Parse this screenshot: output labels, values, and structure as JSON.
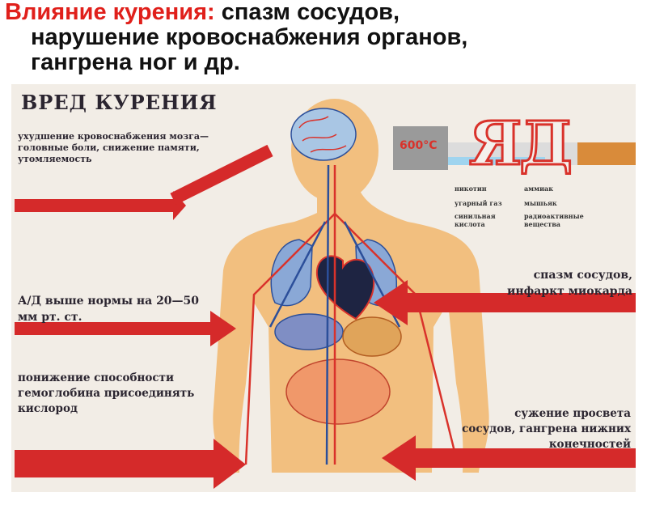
{
  "slide": {
    "title_accent": "Влияние курения:",
    "title_line1": "спазм сосудов,",
    "title_line2": "нарушение кровоснабжения органов,",
    "title_line3": "гангрена ног и др."
  },
  "poster": {
    "title": "ВРЕД КУРЕНИЯ",
    "brain_text": "ухудшение кровоснабжения мозга— головные боли, снижение памяти, утомляемость",
    "bp_text": "А/Д выше нормы на 20—50 мм рт. ст.",
    "hemoglobin_text": "понижение способности гемоглобина присоединять кислород",
    "spasm_text": "спазм сосудов, инфаркт миокарда",
    "narrowing_text": "сужение просвета сосудов, гангрена нижних конечностей",
    "poison_word": "ЯД",
    "temperature": "600°C",
    "poisons": [
      "никотин",
      "аммиак",
      "угарный газ",
      "мышьяк",
      "синильная кислота",
      "радиоактивные вещества"
    ]
  },
  "colors": {
    "accent_red": "#e0201b",
    "poster_bg": "#f2ede6",
    "arrow_red": "#d52a2a",
    "body_orange": "#f2bf7f"
  }
}
